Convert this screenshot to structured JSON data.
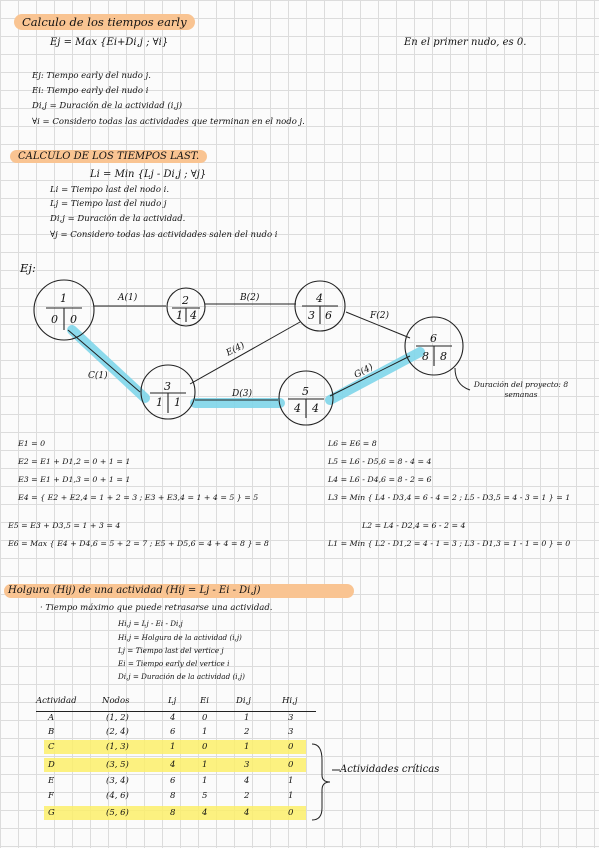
{
  "sec1": {
    "title": "Calculo de los tiempos early",
    "formula": "Ej = Max {Ei+Di,j ; ∀i}",
    "note": "En el primer nudo, es 0.",
    "defs": [
      "Ej: Tiempo early del nudo j.",
      "Ei: Tiempo early del nudo i",
      "Di,j = Duración de la actividad (i,j)",
      "∀i = Considero todas las actividades que terminan en el nodo j."
    ]
  },
  "sec2": {
    "title": "CALCULO DE LOS TIEMPOS LAST.",
    "formula": "Li = Min {Lj - Di,j ; ∀j}",
    "defs": [
      "Li = Tiempo last del nodo i.",
      "Lj = Tiempo last del nudo j",
      "Di,j = Duración de la actividad.",
      "∀j = Considero todas las actividades salen del nudo i"
    ]
  },
  "example": {
    "label": "Ej:",
    "nodes": [
      {
        "id": "1",
        "early": "0",
        "last": "0"
      },
      {
        "id": "2",
        "early": "1",
        "last": "4"
      },
      {
        "id": "3",
        "early": "1",
        "last": "1"
      },
      {
        "id": "4",
        "early": "3",
        "last": "6"
      },
      {
        "id": "5",
        "early": "4",
        "last": "4"
      },
      {
        "id": "6",
        "early": "8",
        "last": "8"
      }
    ],
    "arcs": [
      {
        "label": "A(1)"
      },
      {
        "label": "B(2)"
      },
      {
        "label": "C(1)"
      },
      {
        "label": "D(3)"
      },
      {
        "label": "E(4)"
      },
      {
        "label": "F(2)"
      },
      {
        "label": "G(4)"
      }
    ],
    "project_note": "Duración del proyecto: 8 semanas",
    "early_calc": [
      "E1 = 0",
      "E2 = E1 + D1,2 = 0 + 1 = 1",
      "E3 = E1 + D1,3 = 0 + 1 = 1",
      "E4 = { E2 + E2,4 = 1 + 2 = 3 ; E3 + E3,4 = 1 + 4 = 5 } = 5",
      "E5 = E3 + D3,5 = 1 + 3 = 4",
      "E6 = Max { E4 + D4,6 = 5 + 2 = 7 ; E5 + D5,6 = 4 + 4 = 8 } = 8"
    ],
    "last_calc": [
      "L6 = E6 = 8",
      "L5 = L6 - D5,6 = 8 - 4 = 4",
      "L4 = L6 - D4,6 = 8 - 2 = 6",
      "L3 = Min { L4 - D3,4 = 6 - 4 = 2 ; L5 - D3,5 = 4 - 3 = 1 } = 1",
      "L2 = L4 - D2,4 = 6 - 2 = 4",
      "L1 = Min { L2 - D1,2 = 4 - 1 = 3 ; L3 - D1,3 = 1 - 1 = 0 } = 0"
    ]
  },
  "sec3": {
    "title": "Holgura (Hij) de una actividad (Hij = Lj - Ei - Di,j)",
    "subtitle": "· Tiempo máximo que puede retrasarse una actividad.",
    "defs": [
      "Hi,j = Lj - Ei - Di,j",
      "Hi,j = Holgura de la actividad (i,j)",
      "Lj = Tiempo last del vertice j",
      "Ei = Tiempo early del vertice i",
      "Di,j = Duración de la actividad (i,j)"
    ]
  },
  "table": {
    "headers": [
      "Actividad",
      "Nodos",
      "Lj",
      "Ei",
      "Di,j",
      "Hi,j"
    ],
    "rows": [
      [
        "A",
        "(1, 2)",
        "4",
        "0",
        "1",
        "3"
      ],
      [
        "B",
        "(2, 4)",
        "6",
        "1",
        "2",
        "3"
      ],
      [
        "C",
        "(1, 3)",
        "1",
        "0",
        "1",
        "0"
      ],
      [
        "D",
        "(3, 5)",
        "4",
        "1",
        "3",
        "0"
      ],
      [
        "E",
        "(3, 4)",
        "6",
        "1",
        "4",
        "1"
      ],
      [
        "F",
        "(4, 6)",
        "8",
        "5",
        "2",
        "1"
      ],
      [
        "G",
        "(5, 6)",
        "8",
        "4",
        "4",
        "0"
      ]
    ],
    "critical_label": "Actividades críticas"
  },
  "colors": {
    "orange": "#f9c492",
    "yellow": "#fcee6a",
    "critical": "#7fd6ea"
  }
}
